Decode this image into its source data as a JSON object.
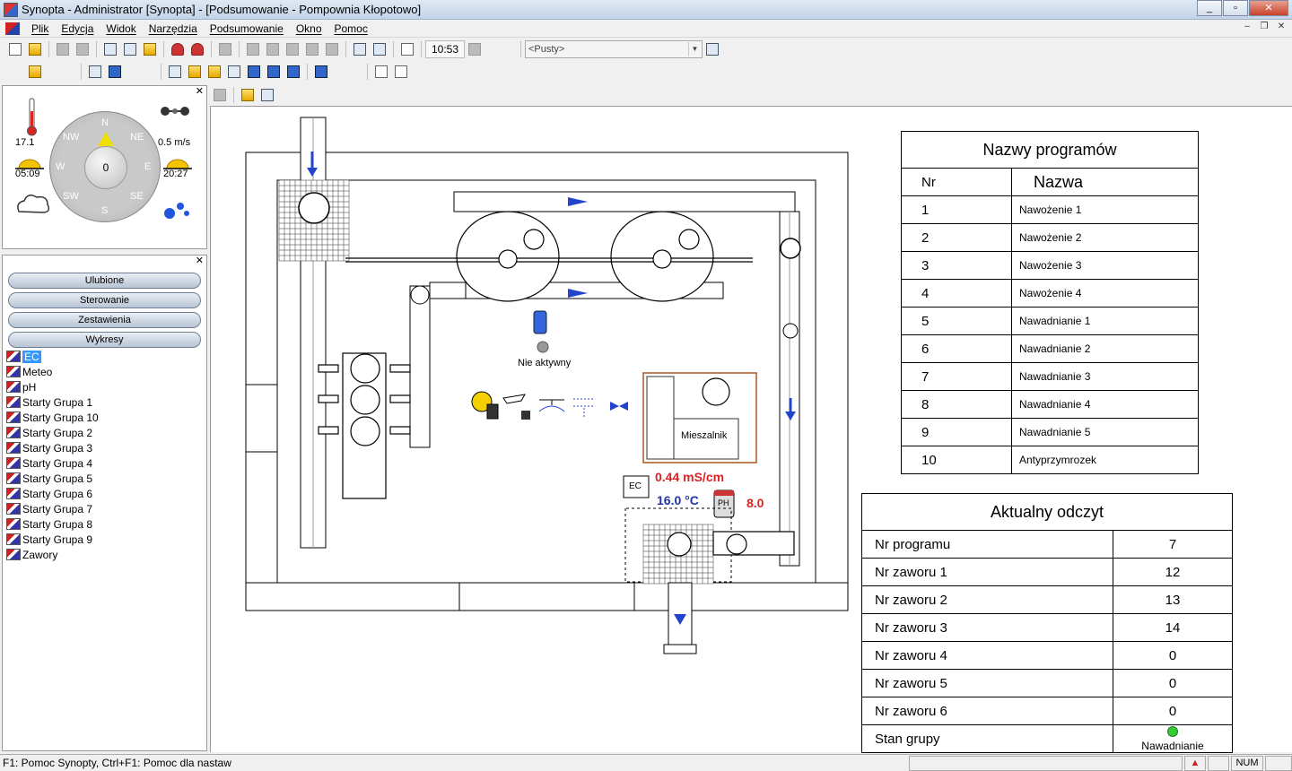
{
  "window": {
    "title": "Synopta - Administrator [Synopta] - [Podsumowanie - Pompownia Kłopotowo]"
  },
  "menu": [
    "Plik",
    "Edycja",
    "Widok",
    "Narzędzia",
    "Podsumowanie",
    "Okno",
    "Pomoc"
  ],
  "toolbar": {
    "clock": "10:53",
    "combo_value": "<Pusty>"
  },
  "weather": {
    "temperature": "17.1",
    "wind_speed": "0.5 m/s",
    "sunrise": "05:09",
    "sunset": "20:27",
    "wind_value": "0",
    "directions": {
      "n": "N",
      "ne": "NE",
      "e": "E",
      "se": "SE",
      "s": "S",
      "sw": "SW",
      "w": "W",
      "nw": "NW"
    }
  },
  "nav": {
    "buttons": [
      "Ulubione",
      "Sterowanie",
      "Zestawienia",
      "Wykresy"
    ],
    "items": [
      "EC",
      "Meteo",
      "pH",
      "Starty Grupa 1",
      "Starty Grupa 10",
      "Starty Grupa 2",
      "Starty Grupa 3",
      "Starty Grupa 4",
      "Starty Grupa 5",
      "Starty Grupa 6",
      "Starty Grupa 7",
      "Starty Grupa 8",
      "Starty Grupa 9",
      "Zawory"
    ],
    "selected": "EC"
  },
  "diagram": {
    "inactive_label": "Nie aktywny",
    "mixer_label": "Mieszalnik",
    "ec_value": "0.44 mS/cm",
    "temperature_value": "16.0 °C",
    "ph_value": "8.0",
    "ec_icon_label": "EC",
    "ph_icon_label": "PH"
  },
  "programs_table": {
    "title": "Nazwy programów",
    "col_nr": "Nr",
    "col_name": "Nazwa",
    "rows": [
      {
        "nr": "1",
        "name": "Nawożenie 1"
      },
      {
        "nr": "2",
        "name": "Nawożenie 2"
      },
      {
        "nr": "3",
        "name": "Nawożenie 3"
      },
      {
        "nr": "4",
        "name": "Nawożenie 4"
      },
      {
        "nr": "5",
        "name": "Nawadnianie 1"
      },
      {
        "nr": "6",
        "name": "Nawadnianie 2"
      },
      {
        "nr": "7",
        "name": "Nawadnianie 3"
      },
      {
        "nr": "8",
        "name": "Nawadnianie 4"
      },
      {
        "nr": "9",
        "name": "Nawadnianie 5"
      },
      {
        "nr": "10",
        "name": "Antyprzymrozek"
      }
    ]
  },
  "reading_table": {
    "title": "Aktualny odczyt",
    "rows": [
      {
        "label": "Nr programu",
        "value": "7"
      },
      {
        "label": "Nr zaworu 1",
        "value": "12"
      },
      {
        "label": "Nr zaworu 2",
        "value": "13"
      },
      {
        "label": "Nr zaworu 3",
        "value": "14"
      },
      {
        "label": "Nr zaworu 4",
        "value": "0"
      },
      {
        "label": "Nr zaworu 5",
        "value": "0"
      },
      {
        "label": "Nr zaworu 6",
        "value": "0"
      }
    ],
    "group_state_label": "Stan grupy",
    "group_state_value": "Nawadnianie",
    "group_state_color": "#33cc33"
  },
  "status": {
    "message": "F1: Pomoc Synopty, Ctrl+F1: Pomoc dla nastaw",
    "num": "NUM"
  }
}
